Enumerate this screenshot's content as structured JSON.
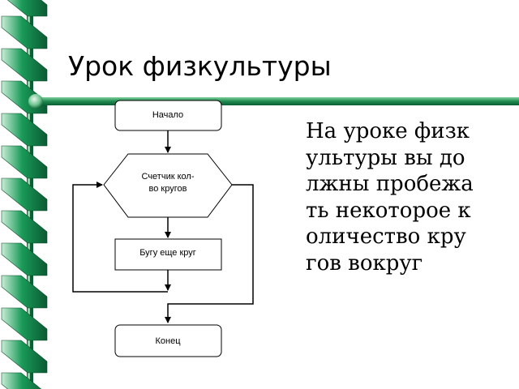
{
  "slide": {
    "title": "Урок физкультуры",
    "body": "На уроке физкультуры вы должны пробежать некоторое количество кругов вокруг"
  },
  "flowchart": {
    "nodes": [
      {
        "id": "start",
        "shape": "terminal",
        "label": "Начало"
      },
      {
        "id": "counter",
        "shape": "hexagon",
        "label_lines": [
          "Счетчик кол-",
          "во кругов"
        ]
      },
      {
        "id": "process",
        "shape": "rectangle",
        "label": "Бугу еще круг"
      },
      {
        "id": "end",
        "shape": "terminal",
        "label": "Конец"
      }
    ]
  },
  "colors": {
    "stripe_dark": "#0b5e35",
    "stripe_mid": "#128a4d",
    "stripe_light": "#b9e3c8",
    "rule_green": "#1f8a4f"
  }
}
